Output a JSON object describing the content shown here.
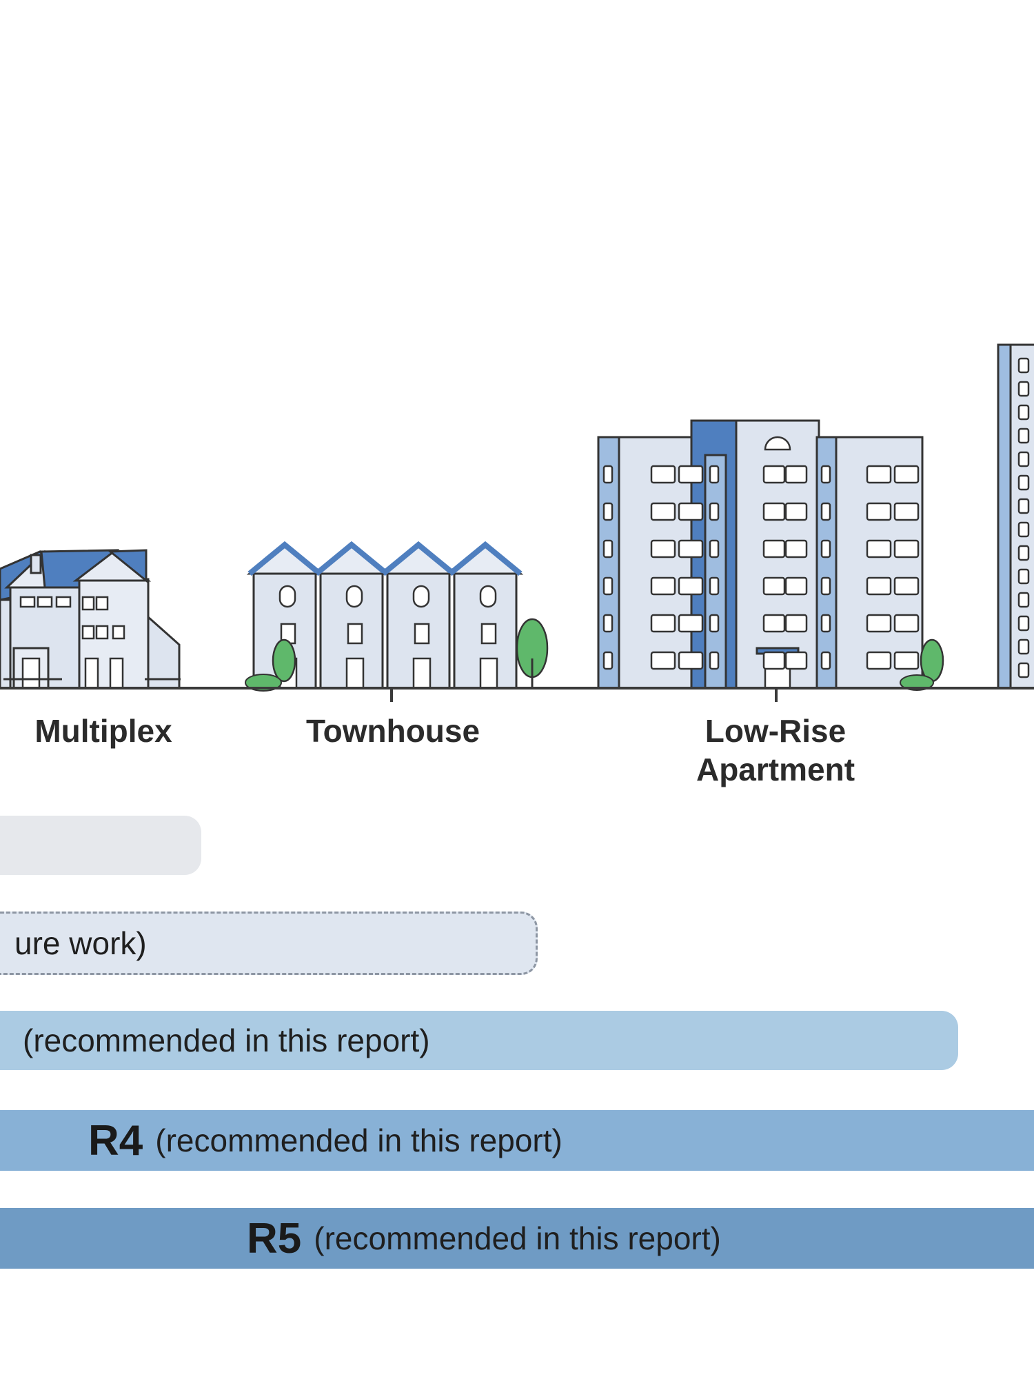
{
  "buildings": {
    "multiplex": {
      "label": "Multiplex"
    },
    "townhouse": {
      "label": "Townhouse"
    },
    "low_rise": {
      "label_line1": "Low-Rise",
      "label_line2": "Apartment"
    }
  },
  "zones": {
    "band_1": {
      "code": "",
      "note": ""
    },
    "band_2": {
      "code": "",
      "note": "ure work)"
    },
    "band_3": {
      "code": "",
      "note": "(recommended in this report)"
    },
    "band_4": {
      "code": "R4",
      "note": "(recommended in this report)"
    },
    "band_5": {
      "code": "R5",
      "note": "(recommended in this report)"
    }
  },
  "colors": {
    "ground_line": "#3a3a3a",
    "facade": "#dde4ef",
    "roof": "#4f7fbf",
    "window": "#ffffff",
    "tree": "#5fb86b",
    "band_1": "#e6e8ec",
    "band_2": "#dfe6f0",
    "band_3": "#abcbe3",
    "band_4": "#88b1d6",
    "band_5": "#6f9bc4"
  }
}
